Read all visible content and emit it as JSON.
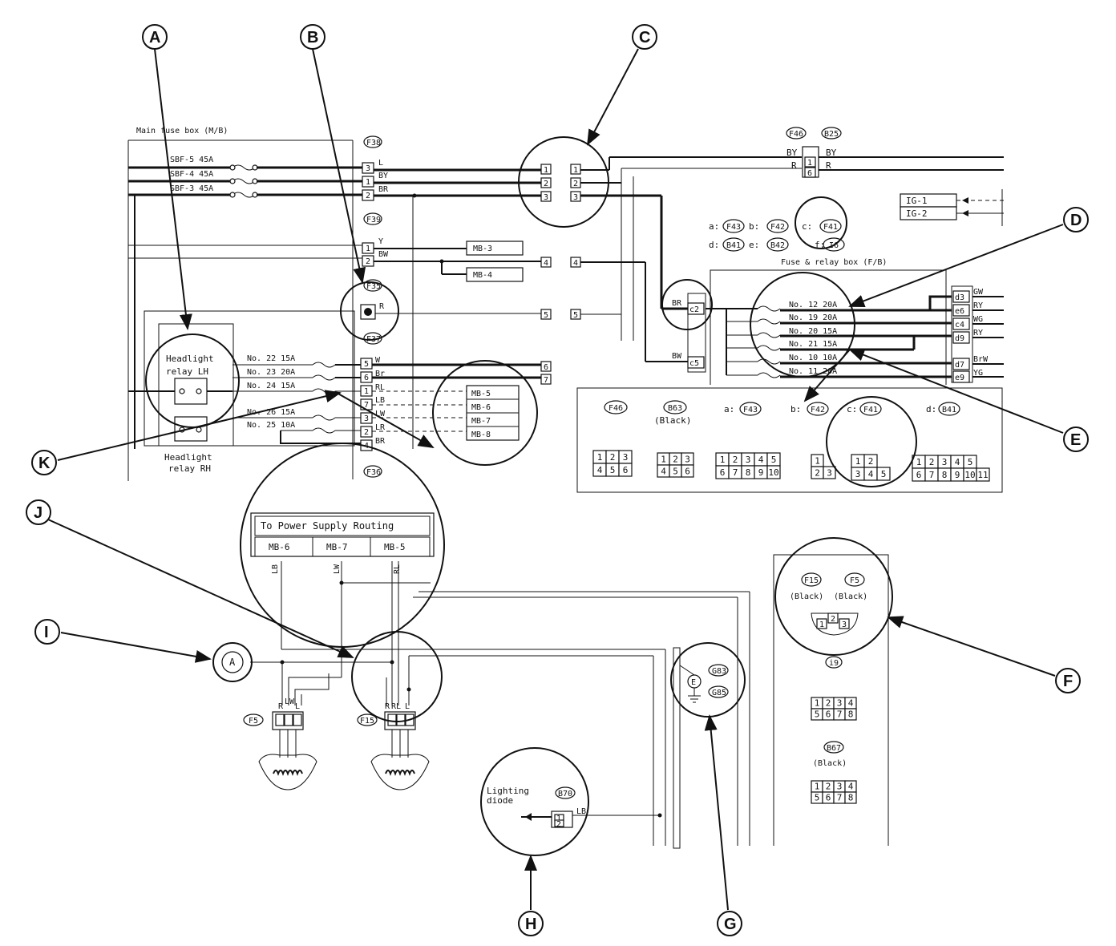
{
  "callouts": {
    "A": "A",
    "B": "B",
    "C": "C",
    "D": "D",
    "E": "E",
    "F": "F",
    "G": "G",
    "H": "H",
    "I": "I",
    "J": "J",
    "K": "K"
  },
  "main_fuse_box": {
    "title": "Main fuse box (M/B)",
    "fuses": [
      "SBF-5 45A",
      "SBF-4 45A",
      "SBF-3 45A"
    ],
    "connectors": [
      "F38",
      "F39",
      "F35",
      "F37",
      "F36"
    ],
    "f38_pins": [
      "3",
      "1",
      "2"
    ],
    "f38_wires": [
      "L",
      "BY",
      "BR"
    ],
    "f39_pins": [
      "1",
      "2"
    ],
    "f39_wires": [
      "Y",
      "BW"
    ],
    "f35_wire": "R",
    "f37_pins": [
      "5",
      "6",
      "1",
      "7",
      "3",
      "2",
      "4"
    ],
    "f37_wires": [
      "W",
      "Br",
      "RL",
      "LB",
      "LW",
      "LR",
      "BR"
    ],
    "fuses_lower": [
      "No. 22 15A",
      "No. 23 20A",
      "No. 24 15A",
      "No. 26 15A",
      "No. 25 10A"
    ],
    "mb_labels": [
      "MB-3",
      "MB-4",
      "MB-5",
      "MB-6",
      "MB-7",
      "MB-8"
    ]
  },
  "relays": {
    "lh": "Headlight relay LH",
    "rh": "Headlight relay RH"
  },
  "joint": {
    "pins_left": [
      "1",
      "2",
      "3"
    ],
    "pins_right": [
      "1",
      "2",
      "3"
    ],
    "line_pins": [
      "4",
      "4",
      "5",
      "5",
      "6",
      "7"
    ]
  },
  "top_connector": {
    "ids": [
      "F46",
      "B25"
    ],
    "left_wires": [
      "BY",
      "R"
    ],
    "right_wires": [
      "BY",
      "R"
    ],
    "pins": [
      "1",
      "6"
    ]
  },
  "ig_boxes": [
    "IG-1",
    "IG-2"
  ],
  "fuse_relay_box": {
    "title": "Fuse & relay box (F/B)",
    "legend_a": "a:",
    "legend_a_id": "F43",
    "legend_b": "b:",
    "legend_b_id": "F42",
    "legend_c": "c:",
    "legend_c_id": "F41",
    "legend_d": "d:",
    "legend_d_id": "B41",
    "legend_e": "e:",
    "legend_e_id": "B42",
    "legend_f": "f:",
    "legend_f_id": "I6",
    "c_pins": [
      "c2",
      "c5"
    ],
    "c_wires": [
      "BR",
      "BW"
    ],
    "fuses": [
      "No. 12 20A",
      "No. 19 20A",
      "No. 20 15A",
      "No. 21 15A",
      "No. 10 10A",
      "No. 11 20A"
    ],
    "out_pins": [
      "d3",
      "e6",
      "c4",
      "d9",
      "d7",
      "e9"
    ],
    "out_wires": [
      "GW",
      "RY",
      "WG",
      "RY",
      "BrW",
      "YG"
    ]
  },
  "connector_panel": {
    "f46": "F46",
    "b63": "B63",
    "b63_color": "(Black)",
    "a": "a:",
    "a_id": "F43",
    "b": "b:",
    "b_id": "F42",
    "c": "c:",
    "c_id": "F41",
    "d": "d:",
    "d_id": "B41",
    "f46_top": [
      "1",
      "2",
      "3"
    ],
    "f46_bottom": [
      "4",
      "5",
      "6"
    ],
    "b63_top": [
      "1",
      "2",
      "3"
    ],
    "b63_bottom": [
      "4",
      "5",
      "6"
    ],
    "f43_top": [
      "1",
      "2",
      "3",
      "4",
      "5"
    ],
    "f43_bottom": [
      "6",
      "7",
      "8",
      "9",
      "10"
    ],
    "f42_top": [
      "1"
    ],
    "f42_bottom": [
      "2",
      "3"
    ],
    "f41_top": [
      "1",
      "2"
    ],
    "f41_bottom": [
      "3",
      "4",
      "5"
    ],
    "b41_top": [
      "1",
      "2",
      "3",
      "4",
      "5"
    ],
    "b41_bottom": [
      "6",
      "7",
      "8",
      "9",
      "10",
      "11"
    ]
  },
  "power_routing": {
    "title": "To Power Supply Routing",
    "cells": [
      "MB-6",
      "MB-7",
      "MB-5"
    ],
    "wires": [
      "LB",
      "LW",
      "RL"
    ]
  },
  "headlights": {
    "ground_ref": "A",
    "left_id": "F5",
    "right_id": "F15",
    "left_wires": [
      "R",
      "LW",
      "L"
    ],
    "right_wires": [
      "R",
      "RL",
      "L"
    ]
  },
  "lighting_diode": {
    "label": "Lighting diode",
    "id": "B70",
    "pins": [
      "1",
      "2"
    ],
    "wire": "LB"
  },
  "ground": {
    "label": "E",
    "ids": [
      "G83",
      "G85"
    ]
  },
  "right_panel": {
    "f15": "F15",
    "f5": "F5",
    "f15_color": "(Black)",
    "f5_color": "(Black)",
    "f15_pins": [
      "1",
      "2",
      "3"
    ],
    "i9": "i9",
    "i9_top": [
      "1",
      "2",
      "3",
      "4"
    ],
    "i9_bottom": [
      "5",
      "6",
      "7",
      "8"
    ],
    "b67": "B67",
    "b67_color": "(Black)",
    "b67_top": [
      "1",
      "2",
      "3",
      "4"
    ],
    "b67_bottom": [
      "5",
      "6",
      "7",
      "8"
    ]
  }
}
